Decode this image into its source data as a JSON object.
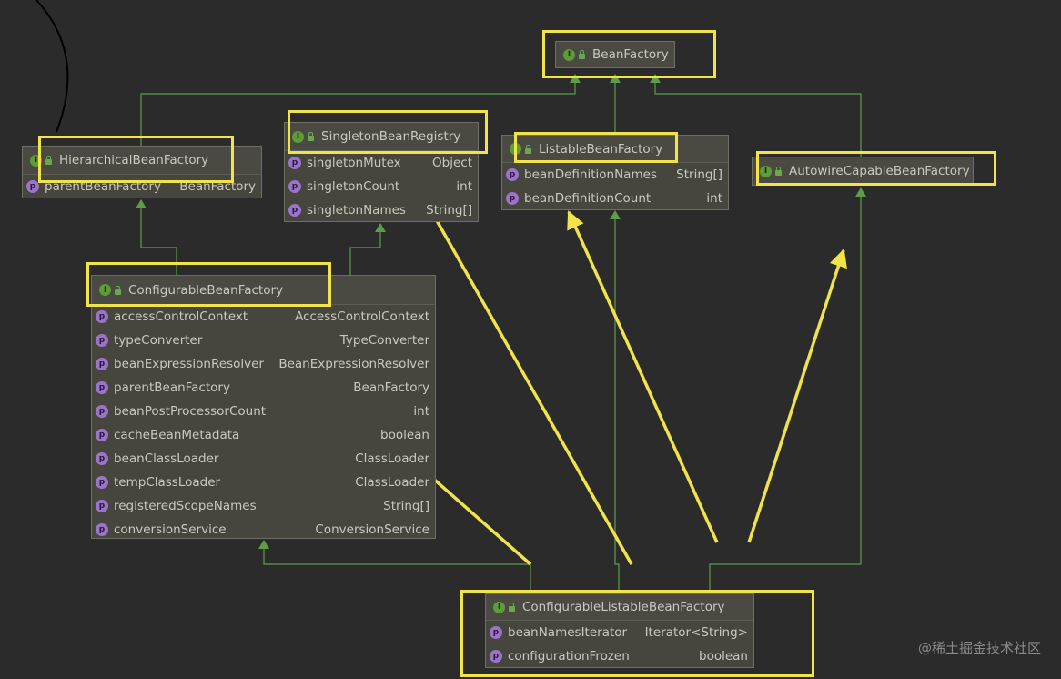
{
  "nodes": {
    "bean_factory": {
      "title": "BeanFactory",
      "badge": "I"
    },
    "hierarchical": {
      "title": "HierarchicalBeanFactory",
      "badge": "I",
      "members": [
        {
          "icon": "p",
          "name": "parentBeanFactory",
          "type": "BeanFactory"
        }
      ]
    },
    "singleton": {
      "title": "SingletonBeanRegistry",
      "badge": "I",
      "members": [
        {
          "icon": "p",
          "name": "singletonMutex",
          "type": "Object"
        },
        {
          "icon": "p",
          "name": "singletonCount",
          "type": "int"
        },
        {
          "icon": "p",
          "name": "singletonNames",
          "type": "String[]"
        }
      ]
    },
    "listable": {
      "title": "ListableBeanFactory",
      "badge": "I",
      "members": [
        {
          "icon": "p",
          "name": "beanDefinitionNames",
          "type": "String[]"
        },
        {
          "icon": "p",
          "name": "beanDefinitionCount",
          "type": "int"
        }
      ]
    },
    "autowire": {
      "title": "AutowireCapableBeanFactory",
      "badge": "I"
    },
    "configurable": {
      "title": "ConfigurableBeanFactory",
      "badge": "I",
      "members": [
        {
          "icon": "p",
          "name": "accessControlContext",
          "type": "AccessControlContext"
        },
        {
          "icon": "p",
          "name": "typeConverter",
          "type": "TypeConverter"
        },
        {
          "icon": "p",
          "name": "beanExpressionResolver",
          "type": "BeanExpressionResolver"
        },
        {
          "icon": "p",
          "name": "parentBeanFactory",
          "type": "BeanFactory"
        },
        {
          "icon": "p",
          "name": "beanPostProcessorCount",
          "type": "int"
        },
        {
          "icon": "p",
          "name": "cacheBeanMetadata",
          "type": "boolean"
        },
        {
          "icon": "p",
          "name": "beanClassLoader",
          "type": "ClassLoader"
        },
        {
          "icon": "p",
          "name": "tempClassLoader",
          "type": "ClassLoader"
        },
        {
          "icon": "p",
          "name": "registeredScopeNames",
          "type": "String[]"
        },
        {
          "icon": "p",
          "name": "conversionService",
          "type": "ConversionService"
        }
      ]
    },
    "configurable_listable": {
      "title": "ConfigurableListableBeanFactory",
      "badge": "I",
      "members": [
        {
          "icon": "p",
          "name": "beanNamesIterator",
          "type": "Iterator<String>"
        },
        {
          "icon": "p",
          "name": "configurationFrozen",
          "type": "boolean"
        }
      ]
    }
  },
  "watermark": "@稀土掘金技术社区",
  "colors": {
    "background": "#2b2b2b",
    "edge": "#5e9c4a",
    "highlight": "#f1e34a"
  }
}
